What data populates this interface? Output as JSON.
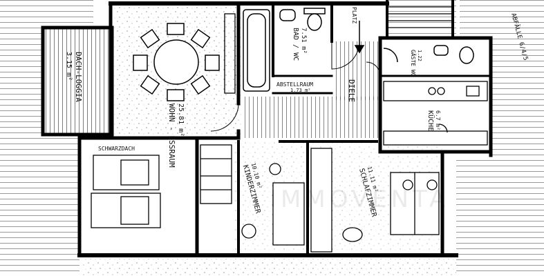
{
  "plan": {
    "rooms": {
      "dachloggia": {
        "name": "DACH-LOGGIA",
        "area": "3.15 m²"
      },
      "wohn_essraum": {
        "name": "WOHN - ESSRAUM",
        "area": "25.81 m²"
      },
      "bad_wc": {
        "name": "BAD / WC",
        "area": "7.51 m²"
      },
      "abstellraum": {
        "name": "ABSTELLRAUM",
        "area": "1.73 m²"
      },
      "diele": {
        "name": "DIELE",
        "area": ""
      },
      "gaeste_wc": {
        "name": "GÄSTE WC",
        "area": "1.22"
      },
      "kueche": {
        "name": "KÜCHE",
        "area": "6.7 m²"
      },
      "kinderzimmer": {
        "name": "KINDERZIMMER",
        "area": "10.10 m²"
      },
      "schlafzimmer": {
        "name": "SCHLAFZIMMER",
        "area": "11.11 m²"
      },
      "schwarzdach": {
        "name": "SCHWARZDACH",
        "area": ""
      },
      "abfall_notes": {
        "name": "ABFÄLLE 6/4/5",
        "area": ""
      },
      "top_note": {
        "name": "PLATZ",
        "area": ""
      }
    },
    "watermark": "IMMOVENTA"
  }
}
